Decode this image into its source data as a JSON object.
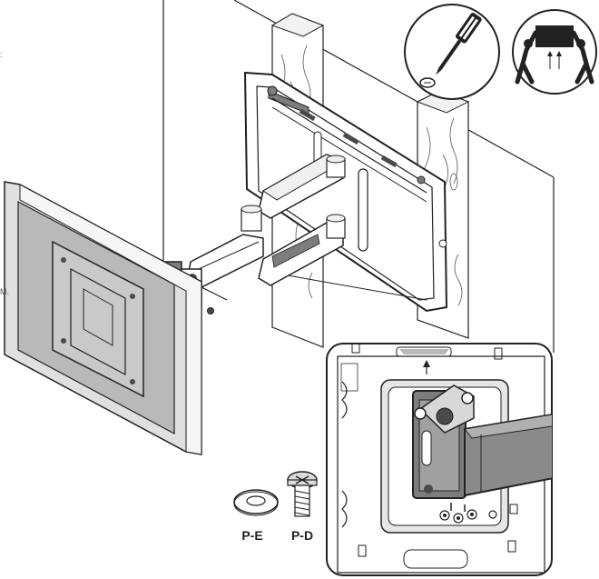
{
  "colors": {
    "line": "#222222",
    "light_line": "#8a8a8a",
    "tv_gray": "#b9b9b9",
    "tv_frame": "#e0e0e0",
    "metal_dark": "#4a4a4a",
    "metal_mid": "#7d7d7d",
    "background": "#ffffff"
  },
  "icons": {
    "screwdriver": "screwdriver-icon",
    "two_person_lift": "two-person-lift-icon"
  },
  "parts": [
    {
      "id": "P-E",
      "label": "P-E",
      "kind": "washer"
    },
    {
      "id": "P-D",
      "label": "P-D",
      "kind": "screw"
    }
  ],
  "edge_fragments": {
    "top_left": ":",
    "mid_left": "M."
  }
}
